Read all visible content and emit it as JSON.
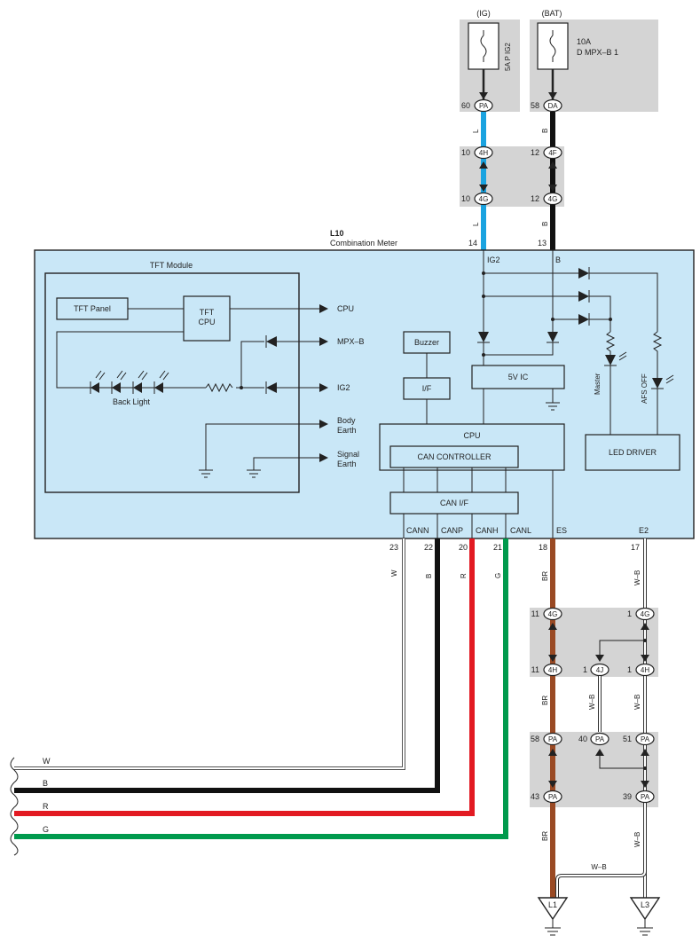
{
  "fuses": {
    "ig_header": "(IG)",
    "bat_header": "(BAT)",
    "ig_fuse_label": "5A P IG2",
    "bat_fuse_amp": "10A",
    "bat_fuse_name": "D MPX–B 1"
  },
  "connectors": {
    "pa": "PA",
    "da": "DA",
    "h4": "4H",
    "f4": "4F",
    "g4": "4G",
    "j4": "4J",
    "l1": "L1",
    "l3": "L3"
  },
  "pins": {
    "p60": "60",
    "p58": "58",
    "p10a": "10",
    "p12a": "12",
    "p10b": "10",
    "p12b": "12",
    "p14": "14",
    "p13": "13",
    "p23": "23",
    "p22": "22",
    "p20": "20",
    "p21": "21",
    "p18": "18",
    "p17": "17",
    "p11a": "11",
    "p1a": "1",
    "p11b": "11",
    "p1b": "1",
    "p1c": "1",
    "p58b": "58",
    "p40": "40",
    "p51": "51",
    "p43": "43",
    "p39": "39"
  },
  "wires": {
    "L": "L",
    "B": "B",
    "W": "W",
    "R": "R",
    "G": "G",
    "BR": "BR",
    "WB": "W–B"
  },
  "meter": {
    "id": "L10",
    "name": "Combination Meter",
    "ig2": "IG2",
    "b": "B",
    "tft_module": "TFT Module",
    "tft_panel": "TFT Panel",
    "tft_cpu_1": "TFT",
    "tft_cpu_2": "CPU",
    "out_cpu": "CPU",
    "out_mpxb": "MPX–B",
    "out_ig2": "IG2",
    "body_earth_1": "Body",
    "body_earth_2": "Earth",
    "signal_earth_1": "Signal",
    "signal_earth_2": "Earth",
    "back_light": "Back Light",
    "buzzer": "Buzzer",
    "if": "I/F",
    "ic5v": "5V IC",
    "cpu": "CPU",
    "can_controller": "CAN CONTROLLER",
    "can_if": "CAN I/F",
    "led_driver": "LED DRIVER",
    "master": "Master",
    "afs_off": "AFS OFF",
    "cann": "CANN",
    "canp": "CANP",
    "canh": "CANH",
    "canl": "CANL",
    "es": "ES",
    "e2": "E2"
  },
  "colors": {
    "wire_L": "#1aa3e0",
    "wire_B": "#111111",
    "wire_R": "#e21a22",
    "wire_G": "#009a4d",
    "wire_BR": "#9a4a24",
    "meter_fill": "#c9e7f7",
    "junction_gray": "#d4d4d4"
  }
}
